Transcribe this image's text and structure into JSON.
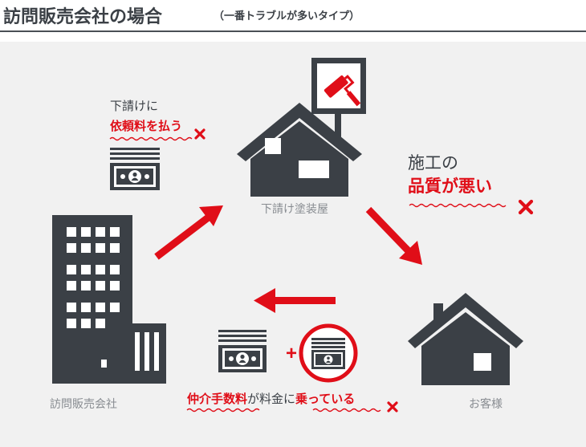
{
  "header": {
    "title": "訪問販売会社の場合",
    "subtitle": "（一番トラブルが多いタイプ）"
  },
  "nodes": {
    "company_label": "訪問販売会社",
    "subcontractor_label": "下請け塗装屋",
    "customer_label": "お客様"
  },
  "notes": {
    "payment_line1": "下請けに",
    "payment_line2": "依頼料を払う",
    "quality_line1": "施工の",
    "quality_line2": "品質が悪い",
    "commission_part1": "仲介手数料",
    "commission_part2": "が料金に",
    "commission_part3": "乗っている",
    "plus_sign": "+"
  },
  "colors": {
    "accent_red": "#e00e18",
    "dark": "#3b4046",
    "label_grey": "#888c91",
    "panel_bg": "#f1f1f1"
  },
  "icons": [
    "office-building-icon",
    "house-icon",
    "paint-roller-icon",
    "money-stack-icon",
    "cross-mark-icon",
    "arrow-icon"
  ]
}
